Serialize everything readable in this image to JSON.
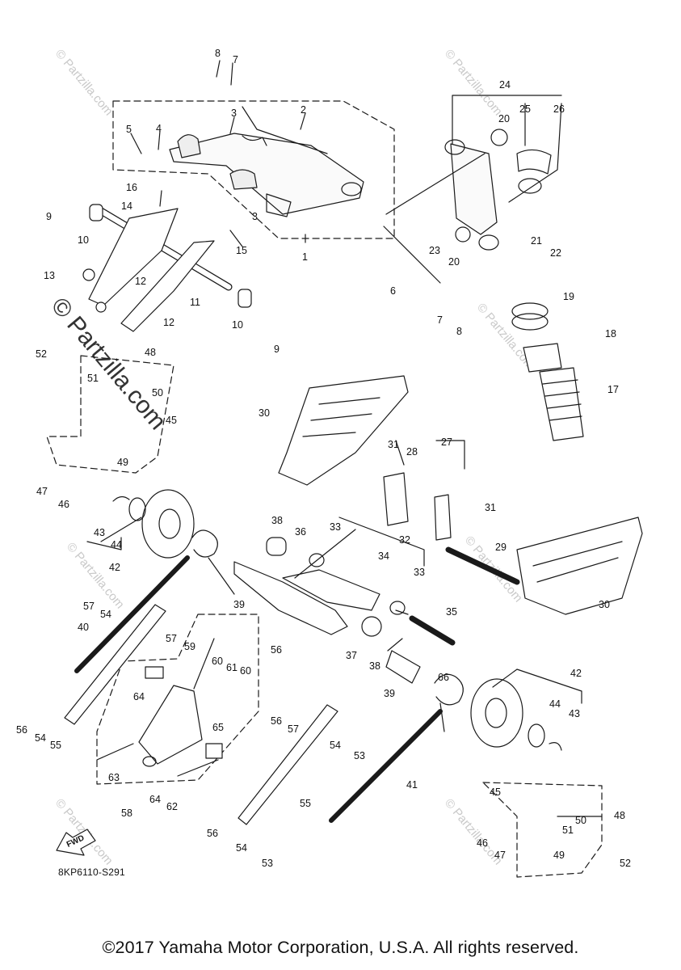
{
  "watermark": {
    "brand": "Partzilla.com",
    "symbol": "©"
  },
  "diagram": {
    "code": "8KP6110-S291",
    "fwd_label": "FWD",
    "callouts": [
      "1",
      "2",
      "3",
      "3",
      "4",
      "5",
      "6",
      "7",
      "7",
      "8",
      "8",
      "9",
      "9",
      "10",
      "10",
      "11",
      "12",
      "12",
      "13",
      "14",
      "15",
      "16",
      "17",
      "18",
      "19",
      "20",
      "20",
      "21",
      "22",
      "23",
      "24",
      "25",
      "26",
      "27",
      "28",
      "29",
      "30",
      "30",
      "31",
      "31",
      "32",
      "33",
      "33",
      "34",
      "35",
      "36",
      "37",
      "38",
      "38",
      "39",
      "39",
      "40",
      "41",
      "42",
      "42",
      "43",
      "43",
      "44",
      "44",
      "45",
      "45",
      "46",
      "46",
      "47",
      "47",
      "48",
      "48",
      "49",
      "49",
      "50",
      "50",
      "51",
      "51",
      "52",
      "52",
      "53",
      "53",
      "54",
      "54",
      "54",
      "54",
      "55",
      "55",
      "56",
      "56",
      "56",
      "56",
      "57",
      "57",
      "57",
      "58",
      "59",
      "60",
      "60",
      "61",
      "62",
      "63",
      "64",
      "64",
      "65",
      "66"
    ]
  },
  "footer": {
    "copyright": "©2017 Yamaha Motor Corporation, U.S.A. All rights reserved."
  }
}
